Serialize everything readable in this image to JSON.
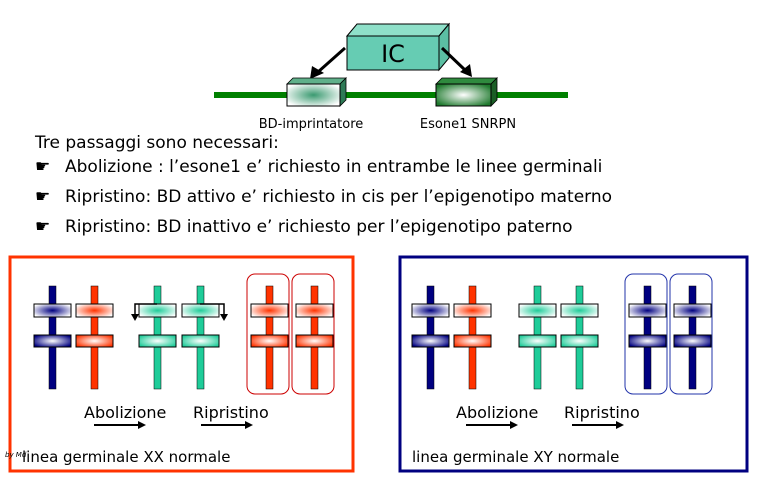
{
  "top_diagram": {
    "ic_label": "IC",
    "bd_label": "BD-imprintatore",
    "exon_label": "Esone1 SNRPN",
    "colors": {
      "line": "#008000",
      "ic_box": "#66ccb3",
      "bd_box": "#338a66",
      "exon_box": "#1f7a2e"
    }
  },
  "text": {
    "intro": "Tre passaggi sono necessari:",
    "bullet_icon": "pointing-hand-icon",
    "bullets": [
      "Abolizione : l’esone1 e’ richiesto in entrambe le linee germinali",
      "Ripristino: BD attivo e’ richiesto in cis per l’epigenotipo materno",
      "Ripristino: BD inattivo e’ richiesto per l’epigenotipo paterno"
    ]
  },
  "panels": [
    {
      "id": "xx",
      "title": "linea germinale XX normale",
      "signature": "by Md",
      "border_color": "#ff3300",
      "step1": "Abolizione",
      "step2": "Ripristino",
      "chromosomes": [
        "blue",
        "red",
        "green",
        "green",
        "red",
        "red"
      ],
      "circled_color": "#cc0000"
    },
    {
      "id": "xy",
      "title": "linea germinale XY normale",
      "border_color": "#000080",
      "step1": "Abolizione",
      "step2": "Ripristino",
      "chromosomes": [
        "blue",
        "red",
        "green",
        "green",
        "blue",
        "blue"
      ],
      "circled_color": "#2233aa"
    }
  ],
  "palette": {
    "blue": "#000080",
    "red": "#ff3300",
    "green": "#1fcc99"
  }
}
